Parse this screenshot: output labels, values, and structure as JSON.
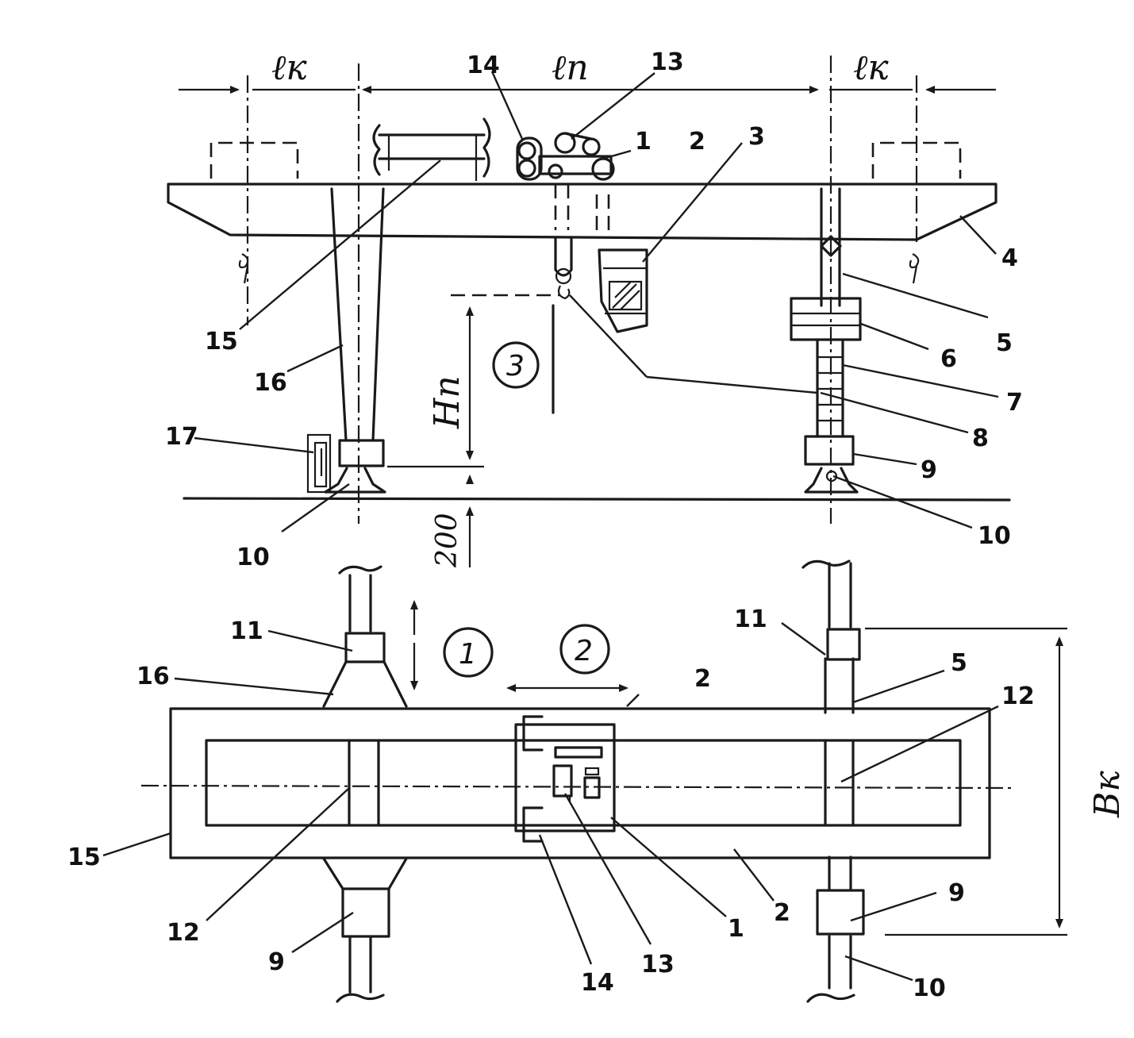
{
  "dimensions": {
    "lk_left": "ℓк",
    "lp": "ℓп",
    "lk_right": "ℓк",
    "hp": "Нп",
    "offset": "200",
    "bk": "Вк"
  },
  "movements": {
    "m1": "1",
    "m2": "2",
    "m3": "3"
  },
  "callouts_front": {
    "c14": "14",
    "c13": "13",
    "c1": "1",
    "c2": "2",
    "c3": "3",
    "c4": "4",
    "c5": "5",
    "c6": "6",
    "c7": "7",
    "c8": "8",
    "c9": "9",
    "c10r": "10",
    "c10l": "10",
    "c15": "15",
    "c16": "16",
    "c17": "17"
  },
  "callouts_plan": {
    "c11l": "11",
    "c16": "16",
    "c2t": "2",
    "c11r": "11",
    "c5": "5",
    "c12r": "12",
    "c15": "15",
    "c12l": "12",
    "c9l": "9",
    "c14": "14",
    "c13": "13",
    "c1": "1",
    "c2b": "2",
    "c9r": "9",
    "c10": "10"
  }
}
